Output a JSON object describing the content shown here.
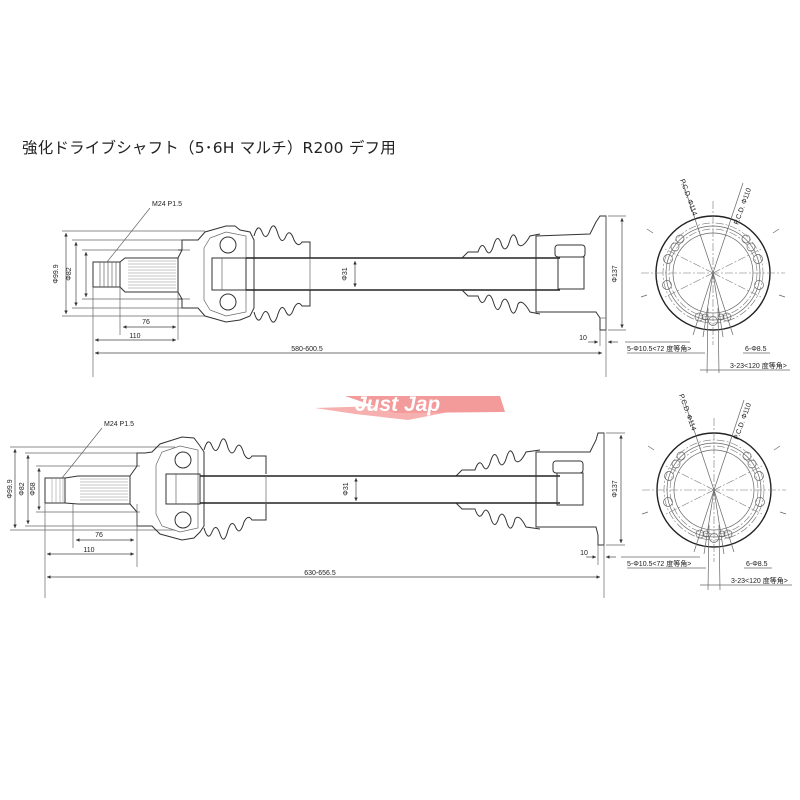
{
  "title": "強化ドライブシャフト（5･6H マルチ）R200 デフ用",
  "watermark": {
    "text": "Just Jap",
    "color": "#f4a0a0"
  },
  "drawings": [
    {
      "id": "upper",
      "thread_label": "M24 P1.5",
      "outer_dia": "Φ99.9",
      "spline_dia": "Φ82",
      "shaft_dia": "Φ31",
      "flange_dia": "Φ137",
      "dim_76": "76",
      "dim_110": "110",
      "dim_flange_thickness": "10",
      "overall_length": "580-600.5",
      "flange_view": {
        "pcd_a": "P.C.D. Φ114",
        "pcd_b": "P.C.D. Φ110",
        "hole_spec_1": "5-Φ10.5<72 度等角>",
        "hole_spec_2": "6-Φ8.5",
        "hole_spec_3": "3-23<120 度等角>"
      }
    },
    {
      "id": "lower",
      "thread_label": "M24 P1.5",
      "outer_dia": "Φ99.9",
      "spline_dia": "Φ82",
      "inner_dia": "Φ58",
      "shaft_dia": "Φ31",
      "flange_dia": "Φ137",
      "dim_76": "76",
      "dim_110": "110",
      "dim_flange_thickness": "10",
      "overall_length": "630-656.5",
      "flange_view": {
        "pcd_a": "P.C.D. Φ114",
        "pcd_b": "P.C.D. Φ110",
        "hole_spec_1": "5-Φ10.5<72 度等角>",
        "hole_spec_2": "6-Φ8.5",
        "hole_spec_3": "3-23<120 度等角>"
      }
    }
  ]
}
